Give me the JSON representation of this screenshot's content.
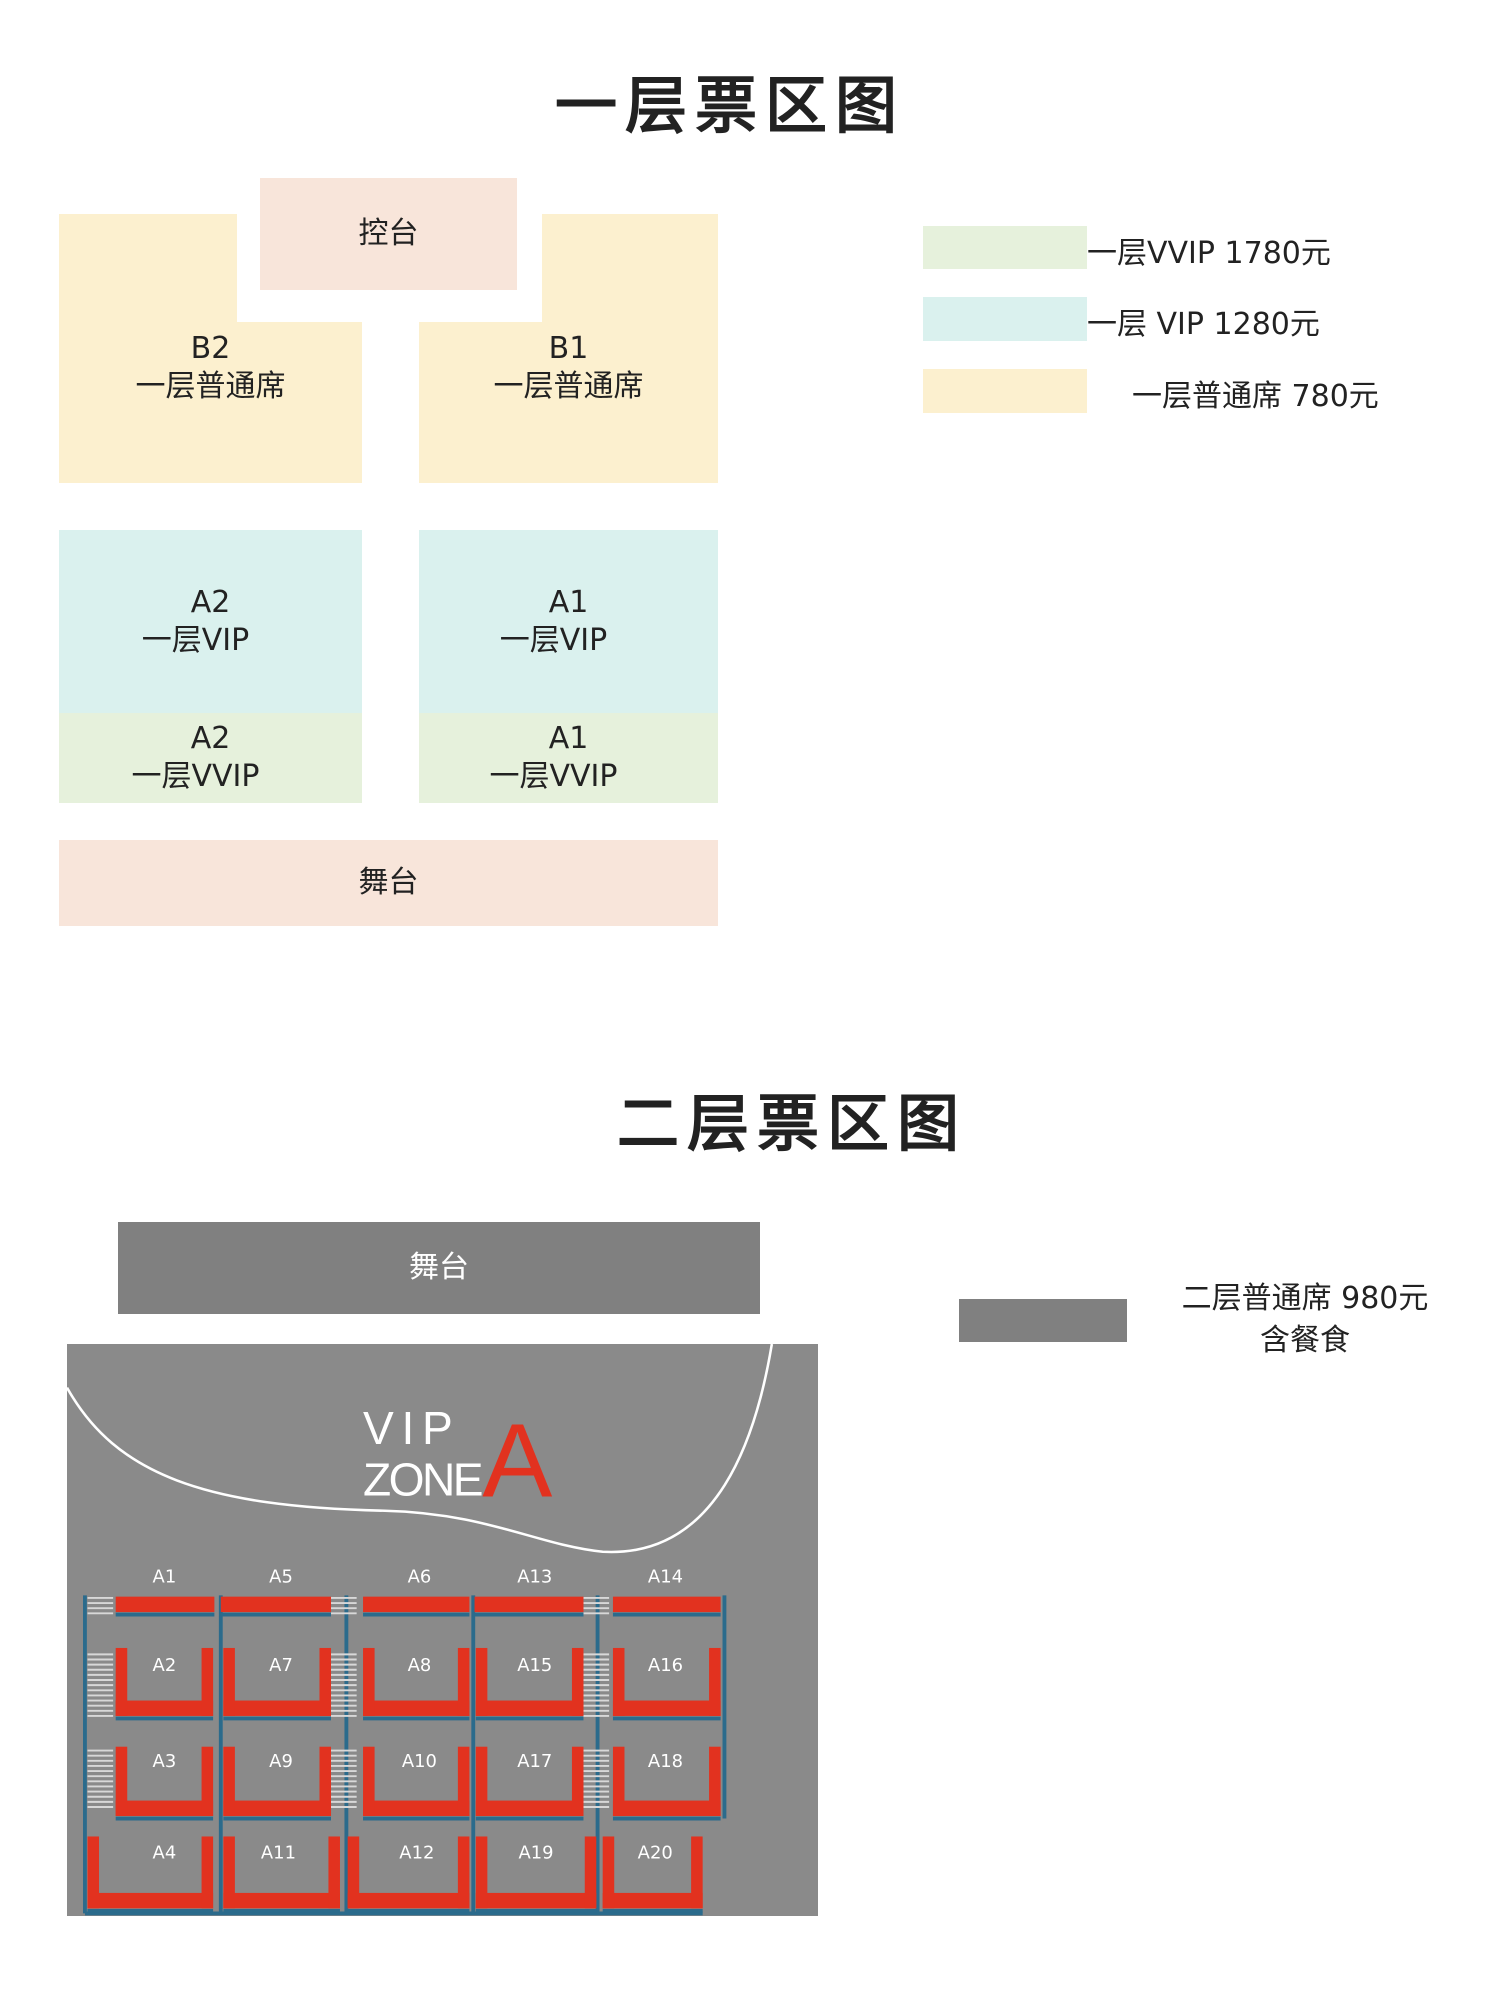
{
  "floor1": {
    "title": "一层票区图",
    "console": "控台",
    "stage": "舞台",
    "zones": {
      "b2": {
        "code": "B2",
        "name": "一层普通席"
      },
      "b1": {
        "code": "B1",
        "name": "一层普通席"
      },
      "a2_vip": {
        "code": "A2",
        "name": "一层VIP"
      },
      "a1_vip": {
        "code": "A1",
        "name": "一层VIP"
      },
      "a2_vvip": {
        "code": "A2",
        "name": "一层VVIP"
      },
      "a1_vvip": {
        "code": "A1",
        "name": "一层VVIP"
      }
    },
    "legend": [
      {
        "label": "一层VVIP 1780元",
        "color": "#e6f1dc"
      },
      {
        "label": "一层 VIP 1280元",
        "color": "#daf1ee"
      },
      {
        "label": "一层普通席 780元",
        "color": "#fcf0cf"
      }
    ]
  },
  "floor2": {
    "title": "二层票区图",
    "stage": "舞台",
    "legend": {
      "line1": "二层普通席 980元",
      "line2": "含餐食",
      "color": "#808080"
    },
    "zone_map": {
      "vip": "VIP",
      "zone": "ZONE",
      "letter": "A",
      "top_row": [
        "A1",
        "A5",
        "A6",
        "A13",
        "A14"
      ],
      "row2": [
        "A2",
        "A7",
        "A8",
        "A15",
        "A16"
      ],
      "row3": [
        "A3",
        "A9",
        "A10",
        "A17",
        "A18"
      ],
      "row4": [
        "A4",
        "A11",
        "A12",
        "A19",
        "A20"
      ]
    }
  }
}
